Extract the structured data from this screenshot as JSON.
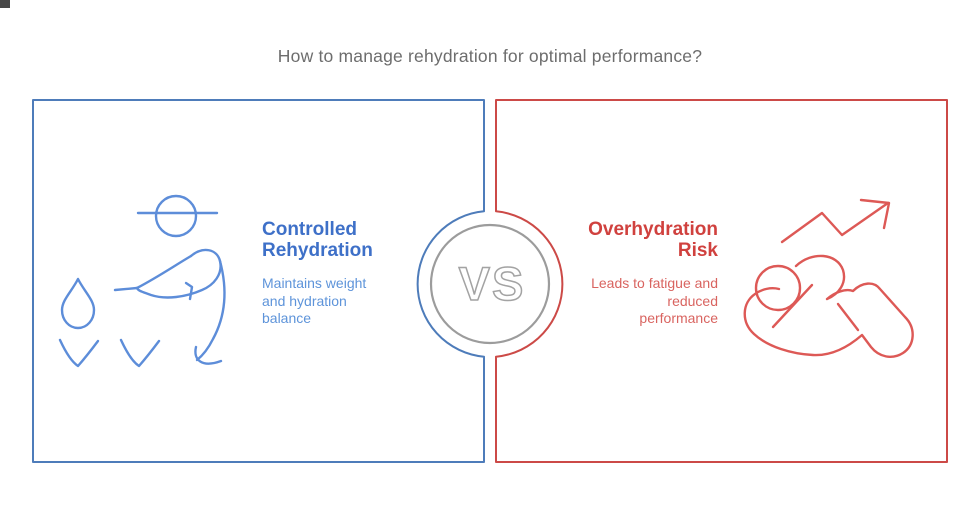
{
  "page": {
    "title": "How to manage rehydration for optimal performance?"
  },
  "vs_badge": {
    "label": "VS"
  },
  "panels": {
    "left": {
      "title_lines": [
        "Controlled",
        "Rehydration"
      ],
      "desc_lines": [
        "Maintains weight",
        "and hydration",
        "balance"
      ],
      "icon": "athlete-drinking-water-icon"
    },
    "right": {
      "title_lines": [
        "Overhydration",
        "Risk"
      ],
      "desc_lines": [
        "Leads to fatigue and",
        "reduced",
        "performance"
      ],
      "icon": "fatigued-person-rising-arrow-icon"
    }
  },
  "colors": {
    "title_gray": "#6d6d6d",
    "left_border_blue": "#4e7cba",
    "left_title_blue": "#3e70c8",
    "left_desc_blue": "#5e94da",
    "left_icon_blue": "#5d8dd9",
    "right_border_red": "#cc4a47",
    "right_title_red": "#d0413e",
    "right_desc_red": "#d96460",
    "right_icon_red": "#dd5956",
    "vs_circle_gray": "#9c9c9c"
  }
}
